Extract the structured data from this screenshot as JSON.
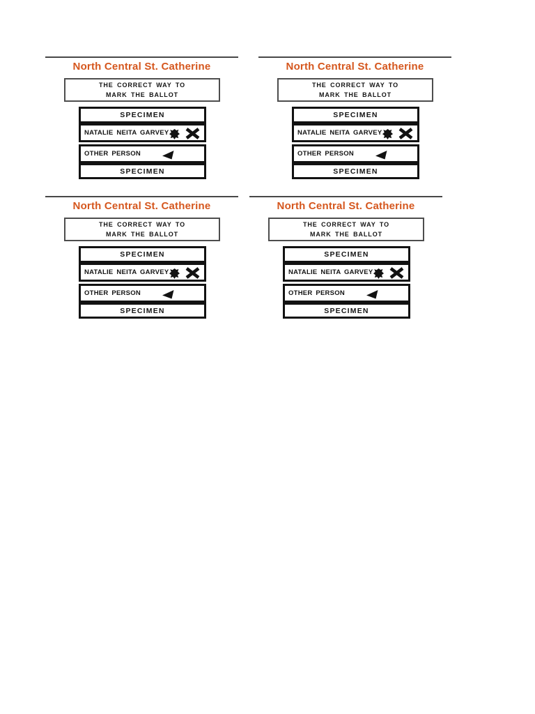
{
  "page": {
    "background_color": "#ffffff",
    "description_colors": {
      "title_orange": "#d5571e",
      "ink_black": "#121212",
      "divider_gray": "#474747"
    }
  },
  "card": {
    "title": "North Central St. Catherine",
    "instruction_line1": "THE CORRECT WAY TO",
    "instruction_line2": "MARK THE BALLOT",
    "rows": [
      {
        "label": "SPECIMEN",
        "icons": []
      },
      {
        "label": "NATALIE NEITA GARVEY",
        "icons": [
          "party-symbol-icon",
          "x-mark-icon"
        ]
      },
      {
        "label": "OTHER PERSON",
        "icons": [
          "arrowhead-icon"
        ]
      },
      {
        "label": "SPECIMEN",
        "icons": []
      }
    ]
  },
  "cards_count": 4
}
